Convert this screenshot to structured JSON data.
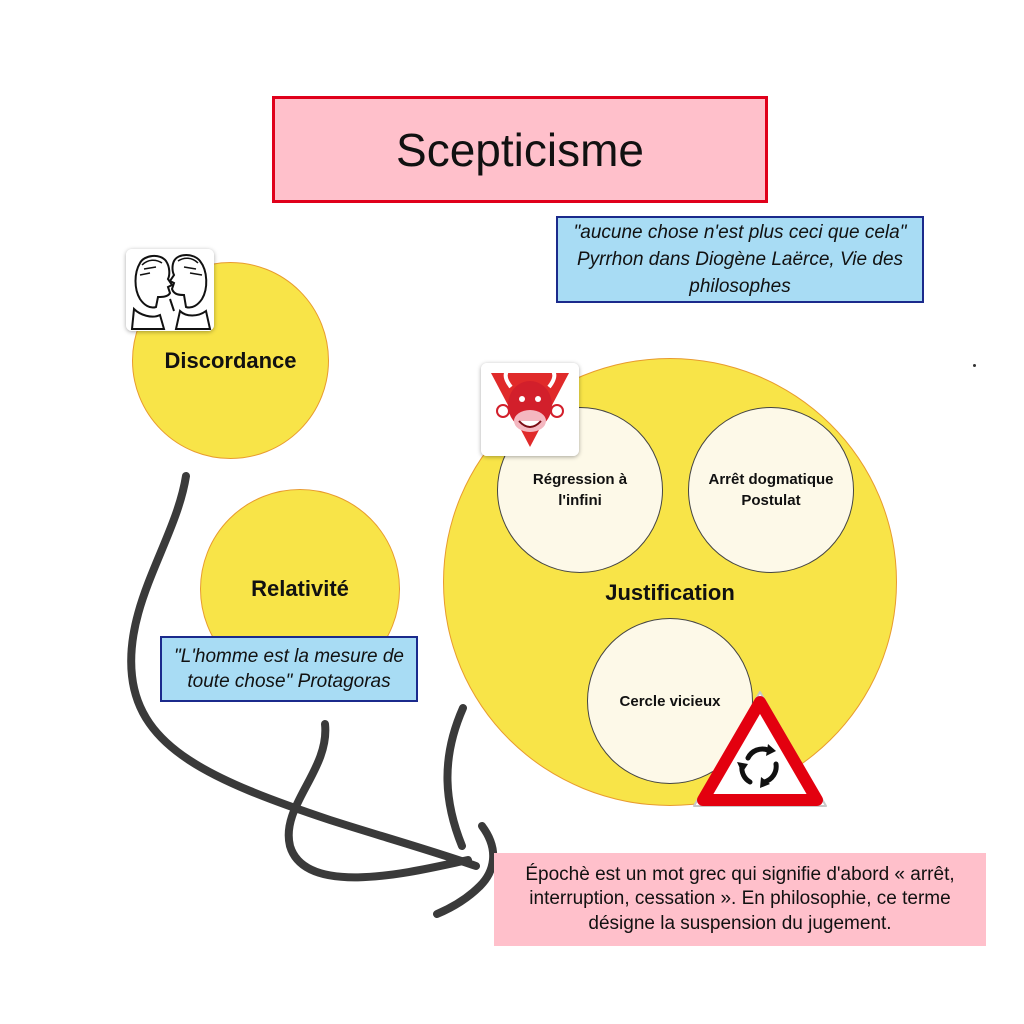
{
  "title": "Scepticisme",
  "quote_top": {
    "line1": "\"aucune chose n'est plus ceci que cela\"",
    "line2": "Pyrrhon  dans Diogène Laërce, Vie des",
    "line3": "philosophes"
  },
  "circles": {
    "discordance": "Discordance",
    "relativite": "Relativité",
    "justification": "Justification",
    "regression": {
      "line1": "Régression à",
      "line2": "l'infini"
    },
    "arret": {
      "line1": "Arrêt dogmatique",
      "line2": "Postulat"
    },
    "cercle": "Cercle vicieux"
  },
  "quote_mid": {
    "line1": "\"L'homme est la mesure de",
    "line2": "toute chose\" Protagoras"
  },
  "epoche": {
    "line1": "Épochè est un mot grec qui signifie d'abord « arrêt,",
    "line2": "interruption, cessation ». En philosophie, ce terme",
    "line3": "désigne la suspension du jugement."
  },
  "colors": {
    "title_bg": "#ffc0cb",
    "title_border": "#e0001b",
    "quote_bg": "#a8dcf4",
    "quote_border": "#1b2a8c",
    "circle_yellow": "#f8e448",
    "circle_cream": "#fdf9e8",
    "arrow": "#3a3a3a"
  },
  "icons": {
    "discordance_card": "arguing-men-icon",
    "justification_card": "laughing-cow-icon",
    "cercle_sign": "roundabout-warning-sign-icon"
  }
}
